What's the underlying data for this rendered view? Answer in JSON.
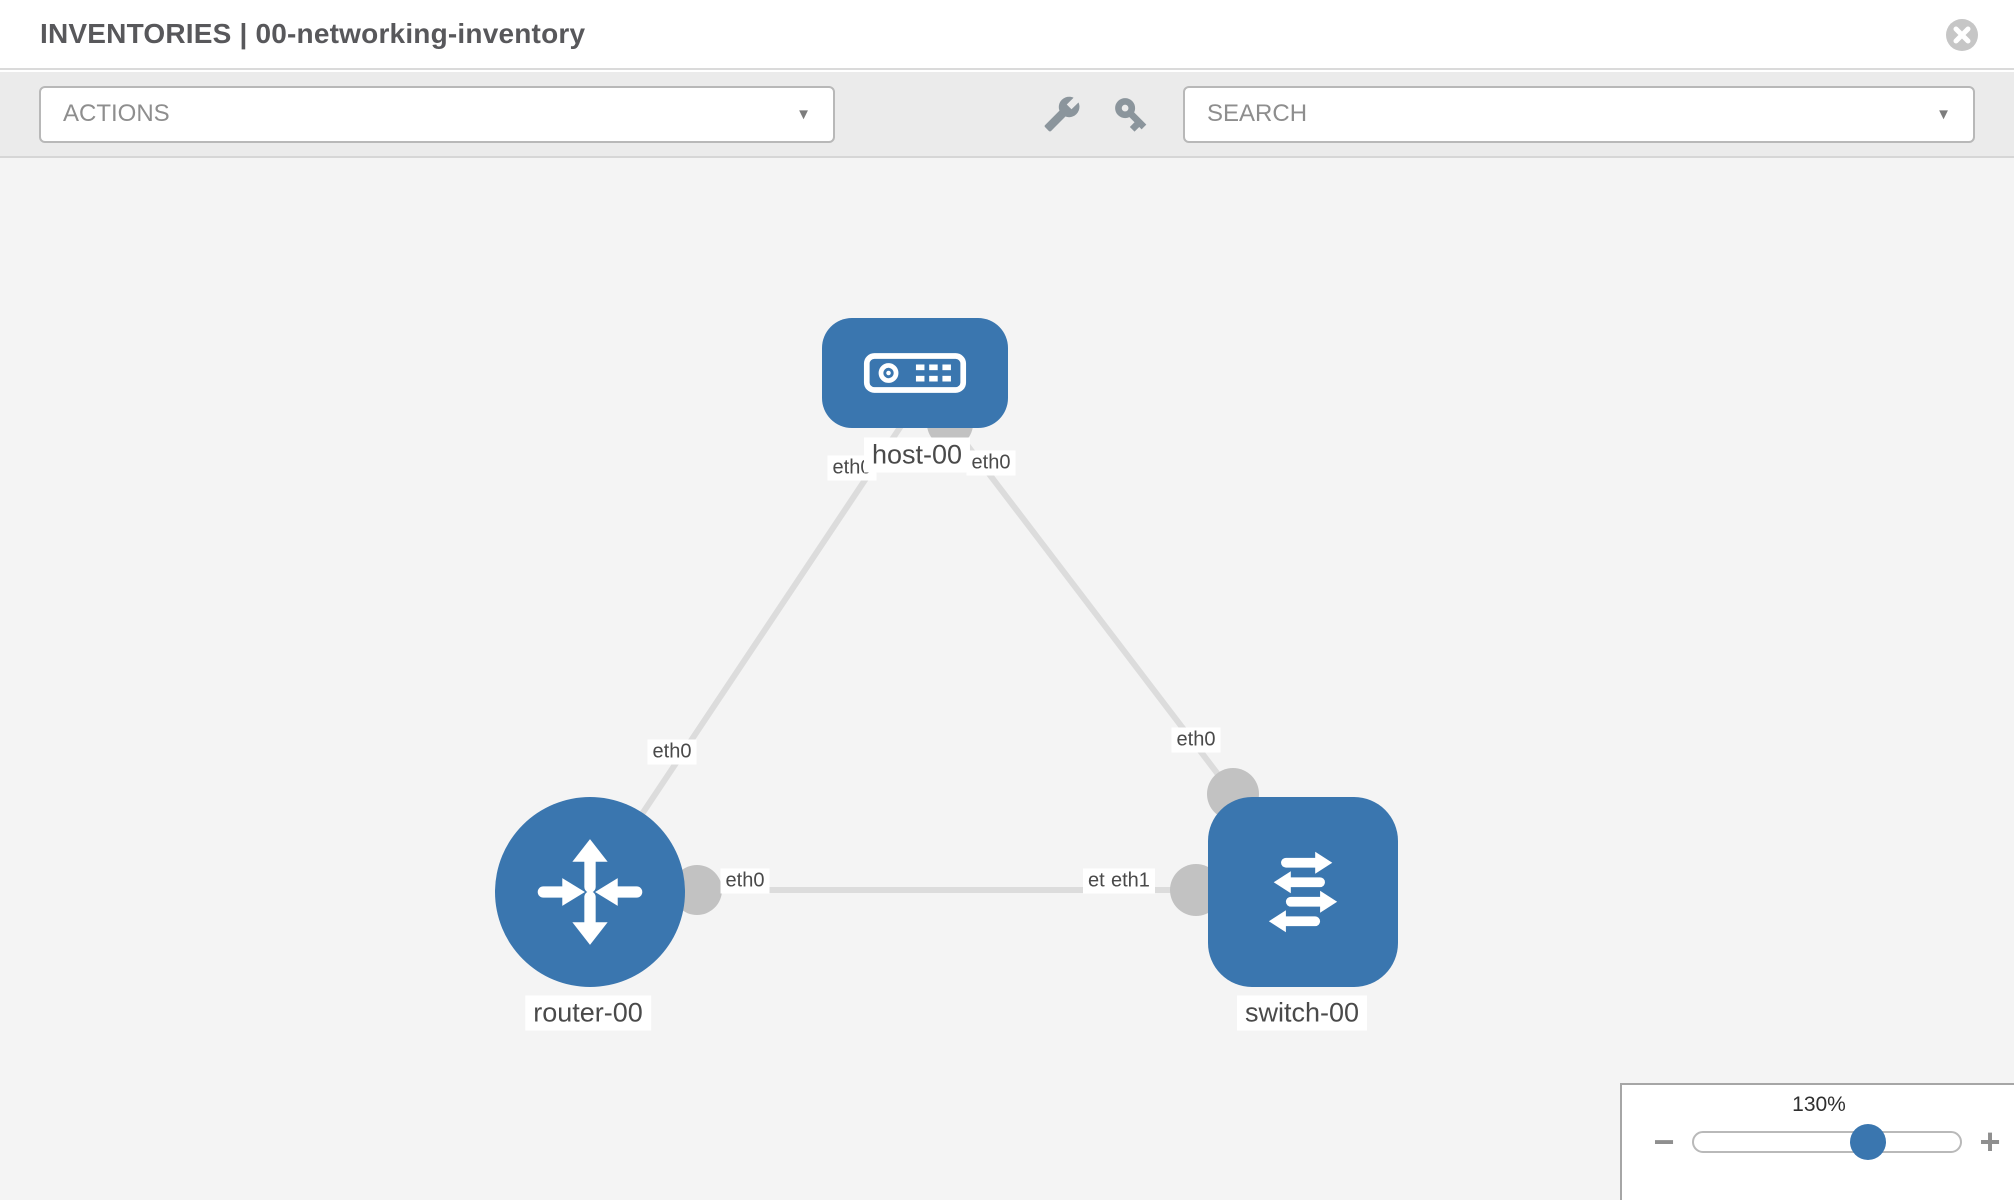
{
  "header": {
    "title": "INVENTORIES | 00-networking-inventory"
  },
  "toolbar": {
    "actions_label": "ACTIONS",
    "search_label": "SEARCH"
  },
  "icons": {
    "caret": "▼",
    "minus": "−",
    "plus": "+"
  },
  "colors": {
    "node_blue": "#3a76af",
    "link_gray": "#dcdcdc",
    "connector_gray": "#c2c2c2",
    "canvas_bg": "#f4f4f4"
  },
  "zoom_control": {
    "value": "130%"
  },
  "nodes": [
    {
      "id": "host-00",
      "type": "host",
      "label": "host-00"
    },
    {
      "id": "router-00",
      "type": "router",
      "label": "router-00"
    },
    {
      "id": "switch-00",
      "type": "switch",
      "label": "switch-00"
    }
  ],
  "links": [
    {
      "from": "router-00",
      "to": "host-00",
      "from_label": "eth0",
      "to_label": "eth0"
    },
    {
      "from": "switch-00",
      "to": "host-00",
      "from_label": "eth0",
      "to_label": "eth0"
    },
    {
      "from": "router-00",
      "to": "switch-00",
      "from_label": "eth0",
      "to_label": "eth1",
      "to_label_overlapped": "eth0"
    }
  ]
}
